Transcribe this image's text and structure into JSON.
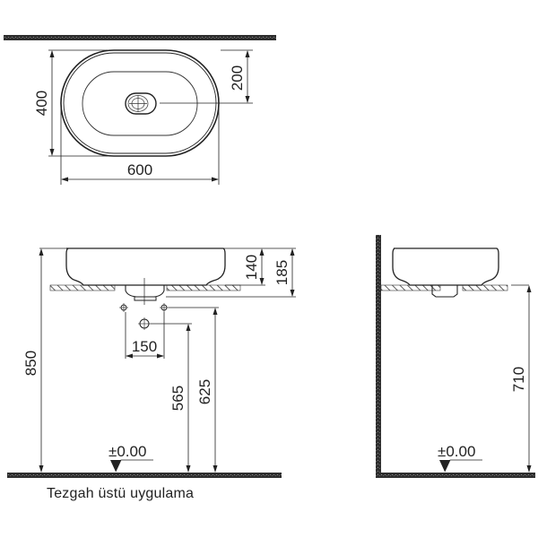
{
  "top_view": {
    "width_label": "600",
    "depth_label": "400",
    "drain_offset_label": "200"
  },
  "front_view": {
    "bowl_height_label": "140",
    "total_height_label": "185",
    "overall_height_label": "850",
    "fixing_spacing_label": "150",
    "supply_height_label": "565",
    "fixing_height_label": "625",
    "floor_level_label": "±0.00"
  },
  "side_view": {
    "counter_height_label": "710",
    "floor_level_label": "±0.00"
  },
  "caption": "Tezgah üstü uygulama",
  "colors": {
    "line": "#222222",
    "wall_fill": "#3a3a3a",
    "background": "#ffffff"
  }
}
